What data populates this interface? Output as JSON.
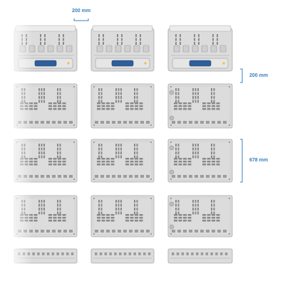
{
  "dimensions": {
    "column_spacing": "200 mm",
    "row_spacing": "200 mm",
    "module_height": "678 mm"
  },
  "colors": {
    "dimension_line": "#3a7fc0",
    "chassis": "#dcdcdc",
    "chassis_edge": "#a8a8a8",
    "vent": "#8a8a8a",
    "display_screen": "#2f5f9a"
  }
}
